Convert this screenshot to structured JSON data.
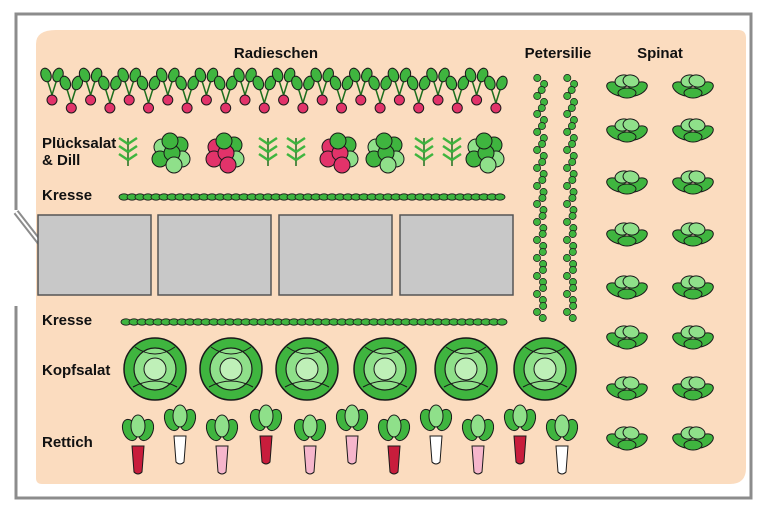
{
  "labels": {
    "radieschen": "Radieschen",
    "petersilie": "Petersilie",
    "spinat": "Spinat",
    "pluecksalat_line1": "Plücksalat",
    "pluecksalat_line2": "& Dill",
    "kresse_top": "Kresse",
    "kresse_bottom": "Kresse",
    "kopfsalat": "Kopfsalat",
    "rettich": "Rettich"
  },
  "colors": {
    "bed": "#fbdcbf",
    "frame": "#8c8c8c",
    "paver": "#c8c8c8",
    "leaf": "#3fb53f",
    "leaf_light": "#8fe08a",
    "leaf_dark": "#1d6e1d",
    "radish_red": "#e2336a",
    "rettich_red": "#c81d3c",
    "rettich_pink": "#f6b6cc",
    "rettich_white": "#ffffff",
    "lettuce_pale": "#bff0b8"
  },
  "rows": {
    "pluecksalat_sequence": [
      "dill",
      "salad",
      "red-salad",
      "dill",
      "dill",
      "red-salad",
      "salad",
      "dill",
      "dill",
      "salad"
    ],
    "rettich_colors": [
      "red",
      "white",
      "pink",
      "red",
      "pink",
      "pink",
      "red",
      "white",
      "pink",
      "red",
      "white"
    ]
  }
}
